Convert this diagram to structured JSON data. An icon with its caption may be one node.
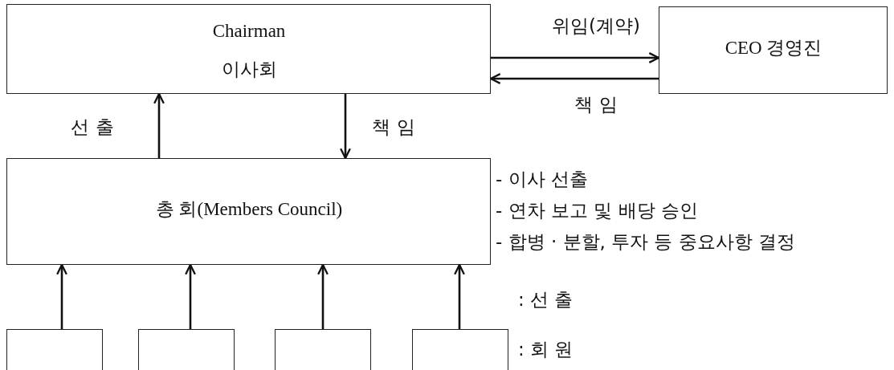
{
  "diagram": {
    "nodes": [
      {
        "text": [
          "Chairman",
          "이사회"
        ]
      },
      {
        "text": [
          "CEO 경영진"
        ]
      },
      {
        "text": [
          "총 회(Members Council)"
        ],
        "beside": [
          "- 이사 선출",
          "- 연차 보고 및 배당 승인",
          "- 합병 · 분할, 투자 등 중요사항 결정"
        ]
      },
      {
        "text": [],
        "shape": "box"
      },
      {
        "text": [],
        "shape": "box"
      },
      {
        "text": [],
        "shape": "box"
      },
      {
        "text": [],
        "shape": "box"
      }
    ],
    "edges": [
      {
        "from": 0,
        "to": 1,
        "arrow": "to",
        "label": "위임(계약)"
      },
      {
        "from": 1,
        "to": 0,
        "arrow": "to",
        "label": "책 임"
      },
      {
        "from": 2,
        "to": 0,
        "arrow": "to",
        "label": "선 출"
      },
      {
        "from": 0,
        "to": 2,
        "arrow": "to",
        "label": "책 임"
      },
      {
        "from": 3,
        "to": 2,
        "arrow": "to"
      },
      {
        "from": 4,
        "to": 2,
        "arrow": "to"
      },
      {
        "from": 5,
        "to": 2,
        "arrow": "to"
      },
      {
        "from": 6,
        "to": 2,
        "arrow": "to"
      }
    ],
    "labels": [
      ": 선 출",
      ": 회 원"
    ]
  }
}
